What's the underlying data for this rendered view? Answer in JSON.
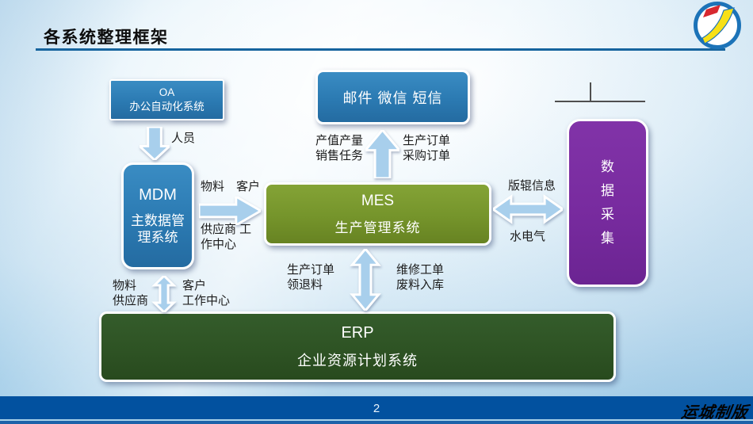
{
  "slide": {
    "title": "各系统整理框架",
    "page_number": "2",
    "brand_text": "运城制版"
  },
  "colors": {
    "box_blue": "#2b7ab2",
    "box_olive": "#75942b",
    "box_purple": "#782b9f",
    "box_dark_green": "#2e5324",
    "arrow_blue": "#a8cfec",
    "footer_blue": "#02519f",
    "underline_blue": "#16649e",
    "logo_ring_blue": "#1c73b8",
    "logo_yellow": "#f7e017",
    "logo_red": "#d7282f"
  },
  "boxes": {
    "oa": {
      "title": "OA",
      "subtitle": "办公自动化系统"
    },
    "mail": {
      "label": "邮件 微信 短信"
    },
    "mdm": {
      "title": "MDM",
      "subtitle": "主数据管理系统"
    },
    "mes": {
      "title": "MES",
      "subtitle": "生产管理系统"
    },
    "daq": {
      "label": "数据采集"
    },
    "erp": {
      "title": "ERP",
      "subtitle": "企业资源计划系统"
    }
  },
  "labels": {
    "oa_to_mdm": "人员",
    "mdm_to_mes_top": "物料　客户",
    "mdm_to_mes_bottom": "供应商 工作中心",
    "mes_to_mail_left": "产值产量\n销售任务",
    "mes_to_mail_right": "生产订单\n采购订单",
    "mes_daq_top": "版辊信息",
    "mes_daq_bottom": "水电气",
    "mes_erp_left": "生产订单\n领退料",
    "mes_erp_right": "维修工单\n废料入库",
    "mdm_erp_left": "物料\n供应商",
    "mdm_erp_right": "客户\n工作中心"
  }
}
